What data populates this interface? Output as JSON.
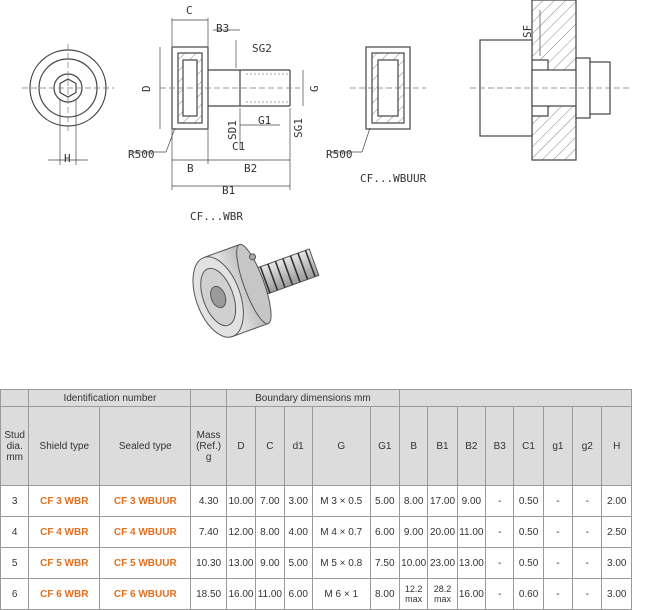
{
  "drawing": {
    "labels": {
      "c": "C",
      "b3": "B3",
      "sg2": "SG2",
      "d": "D",
      "g": "G",
      "g1": "G1",
      "sg1": "SG1",
      "sd1": "SD1",
      "c1": "C1",
      "b": "B",
      "b2": "B2",
      "b1": "B1",
      "r500_left": "R500",
      "r500_right": "R500",
      "h": "H",
      "sf": "SF",
      "caption_wbr": "CF...WBR",
      "caption_wbuur": "CF...WBUUR"
    }
  },
  "table": {
    "group_headers": {
      "identification": "Identification number",
      "boundary": "Boundary dimensions   mm"
    },
    "stud_header": [
      "Stud",
      "dia.",
      "mm"
    ],
    "mass_header": [
      "Mass",
      "(Ref.)",
      "g"
    ],
    "columns": {
      "shield": "Shield type",
      "sealed": "Sealed type",
      "D": "D",
      "C": "C",
      "d1": "d1",
      "G": "G",
      "G1": "G1",
      "B": "B",
      "B1": "B1",
      "B2": "B2",
      "B3": "B3",
      "C1": "C1",
      "g1": "g1",
      "g2": "g2",
      "H": "H"
    },
    "rows": [
      {
        "stud": "3",
        "shield": "CF 3 WBR",
        "sealed": "CF 3 WBUUR",
        "mass": "4.30",
        "D": "10.00",
        "C": "7.00",
        "d1": "3.00",
        "G": "M  3 × 0.5",
        "G1": "5.00",
        "B": "8.00",
        "B1": "17.00",
        "B2": "9.00",
        "B3": "-",
        "C1": "0.50",
        "g1": "-",
        "g2": "-",
        "H": "2.00"
      },
      {
        "stud": "4",
        "shield": "CF 4 WBR",
        "sealed": "CF 4 WBUUR",
        "mass": "7.40",
        "D": "12.00",
        "C": "8.00",
        "d1": "4.00",
        "G": "M  4 × 0.7",
        "G1": "6.00",
        "B": "9.00",
        "B1": "20.00",
        "B2": "11.00",
        "B3": "-",
        "C1": "0.50",
        "g1": "-",
        "g2": "-",
        "H": "2.50"
      },
      {
        "stud": "5",
        "shield": "CF 5 WBR",
        "sealed": "CF 5 WBUUR",
        "mass": "10.30",
        "D": "13.00",
        "C": "9.00",
        "d1": "5.00",
        "G": "M  5 × 0.8",
        "G1": "7.50",
        "B": "10.00",
        "B1": "23.00",
        "B2": "13.00",
        "B3": "-",
        "C1": "0.50",
        "g1": "-",
        "g2": "-",
        "H": "3.00"
      },
      {
        "stud": "6",
        "shield": "CF 6 WBR",
        "sealed": "CF 6  WBUUR",
        "mass": "18.50",
        "D": "16.00",
        "C": "11.00",
        "d1": "6.00",
        "G": "M  6 × 1",
        "G1": "8.00",
        "B": "12.2 max",
        "B1": "28.2 max",
        "B2": "16.00",
        "B3": "-",
        "C1": "0.60",
        "g1": "-",
        "g2": "-",
        "H": "3.00"
      }
    ]
  }
}
